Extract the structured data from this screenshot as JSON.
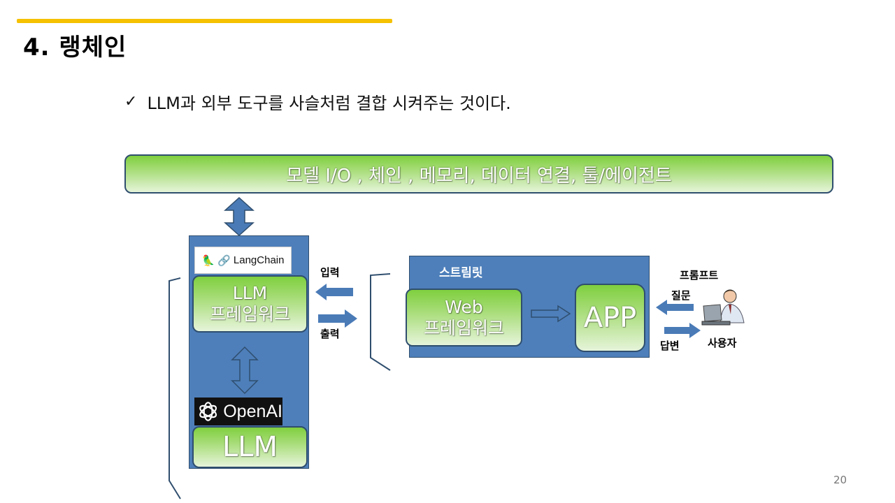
{
  "slide": {
    "title": "4. 랭체인",
    "bullet_text": "LLM과 외부 도구를 사슬처럼 결합 시켜주는 것이다.",
    "page_number": "20"
  },
  "diagram": {
    "top_banner": "모델 I/O , 체인 , 메모리, 데이터 연결, 툴/에이전트",
    "langchain_logo": "LangChain",
    "framework_box": {
      "line1": "LLM",
      "line2": "프레임워크"
    },
    "openai_logo": "OpenAI",
    "llm_box": "LLM",
    "input_label": "입력",
    "output_label": "출력",
    "streamlit_label": "스트림릿",
    "web_box": {
      "line1": "Web",
      "line2": "프레임워크"
    },
    "app_box": "APP",
    "prompt_label": "프롬프트",
    "question_label": "질문",
    "answer_label": "답변",
    "user_label": "사용자"
  },
  "colors": {
    "accent": "#f5c100",
    "panel_blue": "#4e7fba",
    "arrow_blue": "#4a7bb7",
    "box_green": "#7fcf3f"
  }
}
